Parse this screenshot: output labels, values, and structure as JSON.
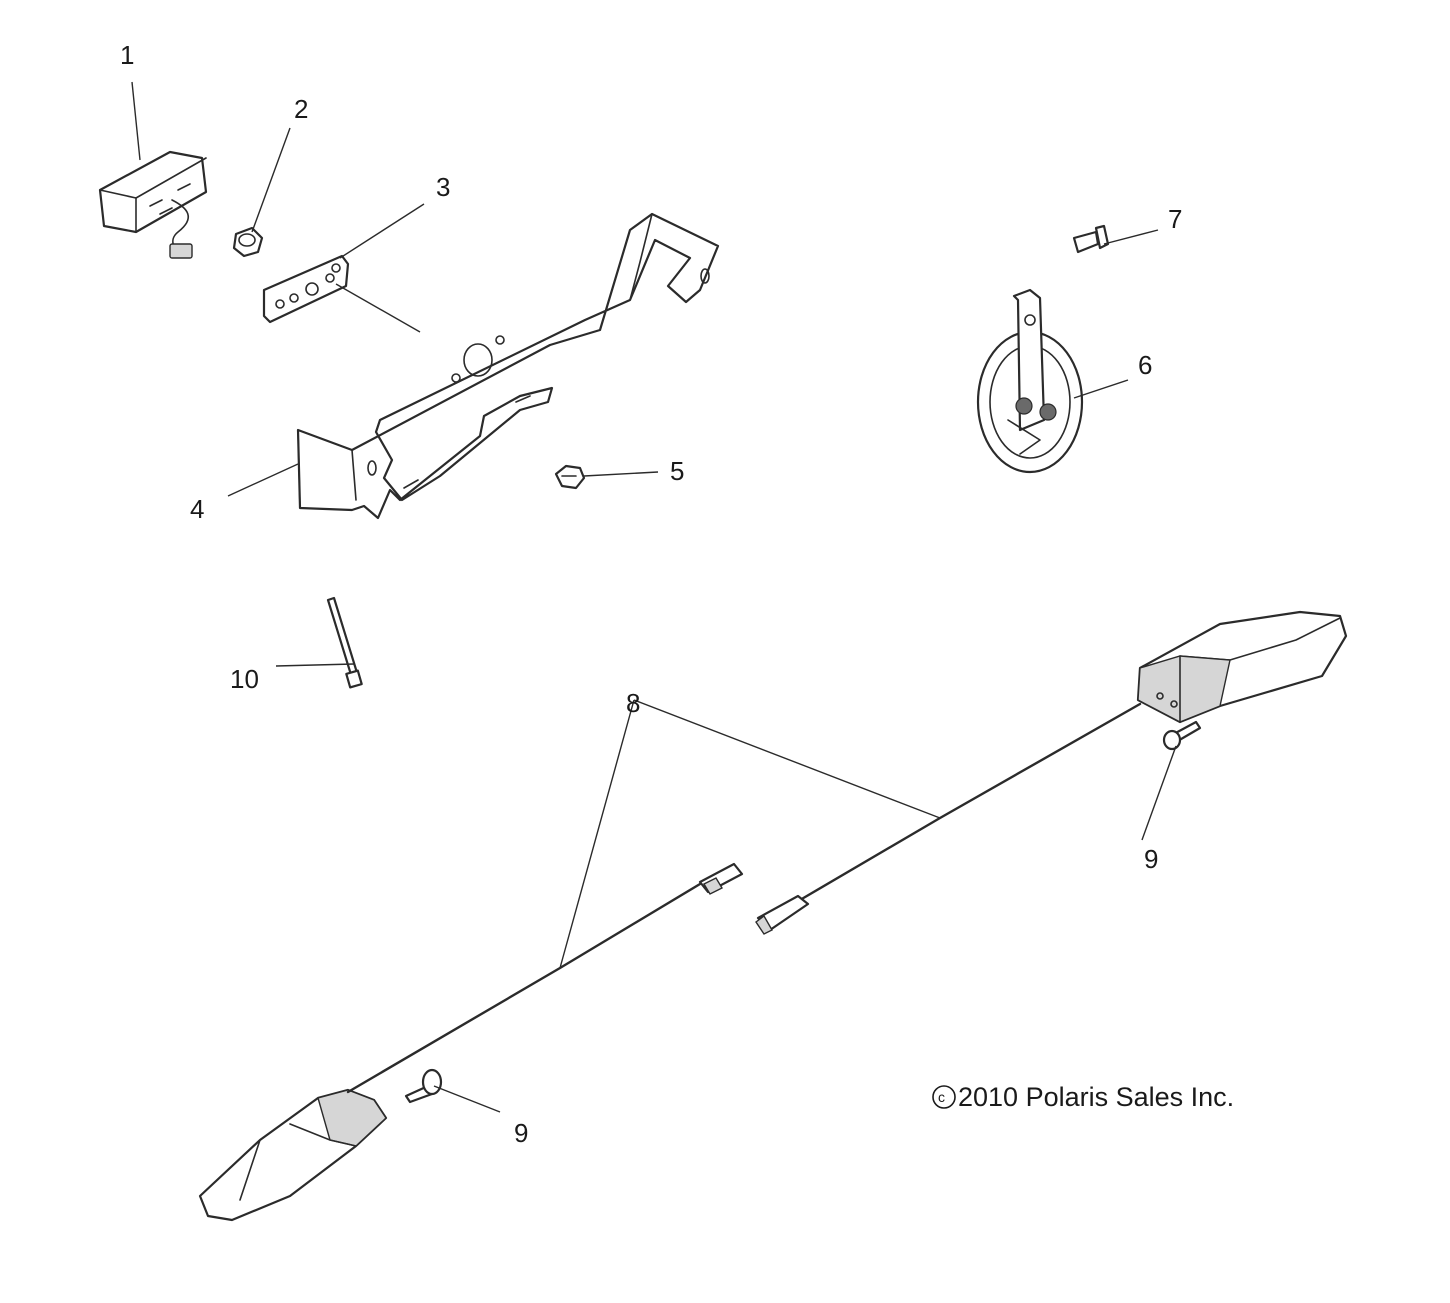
{
  "diagram": {
    "callouts": [
      {
        "id": "c1",
        "label": "1"
      },
      {
        "id": "c2",
        "label": "2"
      },
      {
        "id": "c3",
        "label": "3"
      },
      {
        "id": "c4",
        "label": "4"
      },
      {
        "id": "c5",
        "label": "5"
      },
      {
        "id": "c6",
        "label": "6"
      },
      {
        "id": "c7",
        "label": "7"
      },
      {
        "id": "c8",
        "label": "8"
      },
      {
        "id": "c9a",
        "label": "9"
      },
      {
        "id": "c9b",
        "label": "9"
      },
      {
        "id": "c10",
        "label": "10"
      }
    ],
    "copyright_symbol": "©",
    "copyright_text": "2010 Polaris Sales Inc."
  }
}
